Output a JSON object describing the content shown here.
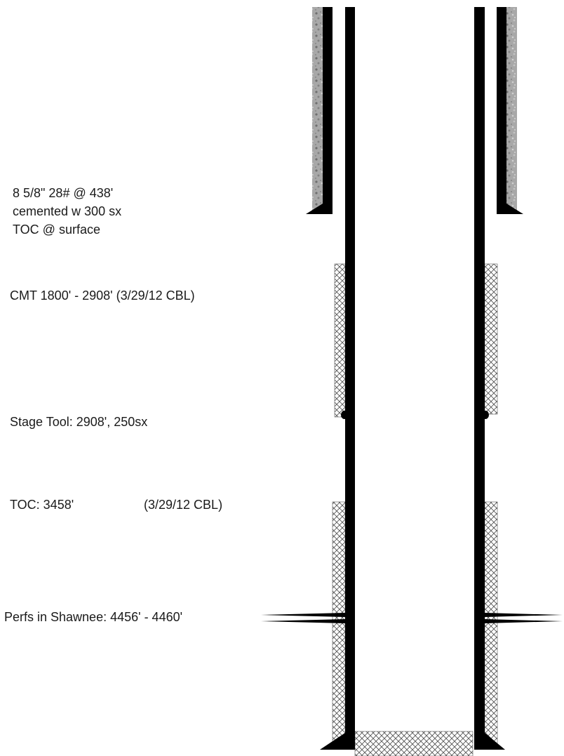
{
  "labels": {
    "surface_casing": {
      "line1": "8 5/8\" 28# @ 438'",
      "line2": "cemented w 300 sx",
      "line3": "TOC @ surface"
    },
    "cmt_interval": "CMT 1800' - 2908' (3/29/12 CBL)",
    "stage_tool": "Stage Tool:  2908', 250sx",
    "toc_depth": "TOC:  3458'",
    "toc_note": "(3/29/12 CBL)",
    "perfs": "Perfs in Shawnee:  4456' - 4460'"
  },
  "colors": {
    "casing": "#000000",
    "cement_hatch": "#555555",
    "surface_cement": "#9a9a9a"
  }
}
